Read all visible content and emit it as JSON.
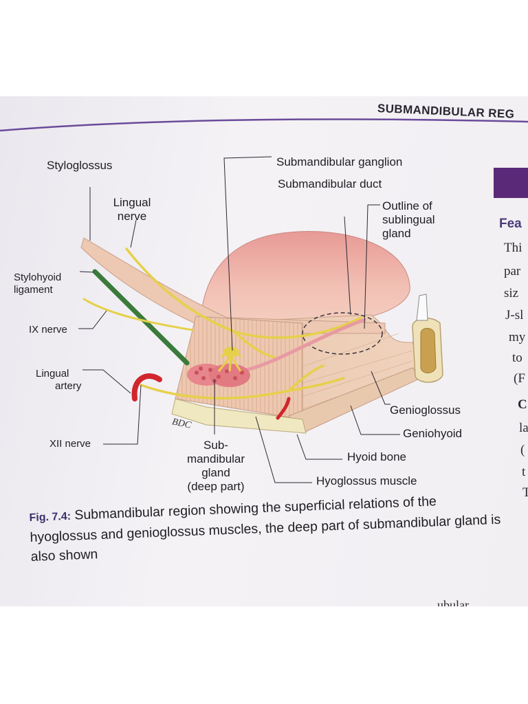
{
  "header": {
    "running_head": "SUBMANDIBULAR REG"
  },
  "labels": {
    "styloglossus": "Styloglossus",
    "lingual_nerve": [
      "Lingual",
      "nerve"
    ],
    "stylohyoid_ligament": [
      "Stylohyoid",
      "ligament"
    ],
    "ix_nerve": "IX nerve",
    "lingual_artery": [
      "Lingual",
      "artery"
    ],
    "xii_nerve": "XII nerve",
    "submandibular_ganglion": "Submandibular ganglion",
    "submandibular_duct": "Submandibular duct",
    "outline_sublingual": [
      "Outline of",
      "sublingual",
      "gland"
    ],
    "genioglossus": "Genioglossus",
    "geniohyoid": "Geniohyoid",
    "hyoid_bone": "Hyoid bone",
    "hyoglossus_muscle": "Hyoglossus muscle",
    "submandibular_gland_deep": [
      "Sub-",
      "mandibular",
      "gland",
      "(deep part)"
    ],
    "bdc": "BDC"
  },
  "caption": {
    "number": "Fig. 7.4:",
    "text": "Submandibular region showing the superficial relations of the hyoglossus and genioglossus muscles, the deep part of submandibular gland is also shown"
  },
  "side_column": {
    "heading": "Fea",
    "lines": [
      "Thi",
      "par",
      "siz",
      "J-sl",
      "my",
      "to",
      "(F",
      "C",
      "la",
      "(",
      "t",
      "T"
    ],
    "footer_fragment": "ubular"
  },
  "colors": {
    "tongue": "#e9a9a3",
    "muscle": "#e7c2a8",
    "nerve": "#e6d04a",
    "ligament": "#3a7a3a",
    "artery": "#d0262c",
    "gland": "#e7868c",
    "bone": "#efe7be",
    "accent": "#5a2a78"
  }
}
